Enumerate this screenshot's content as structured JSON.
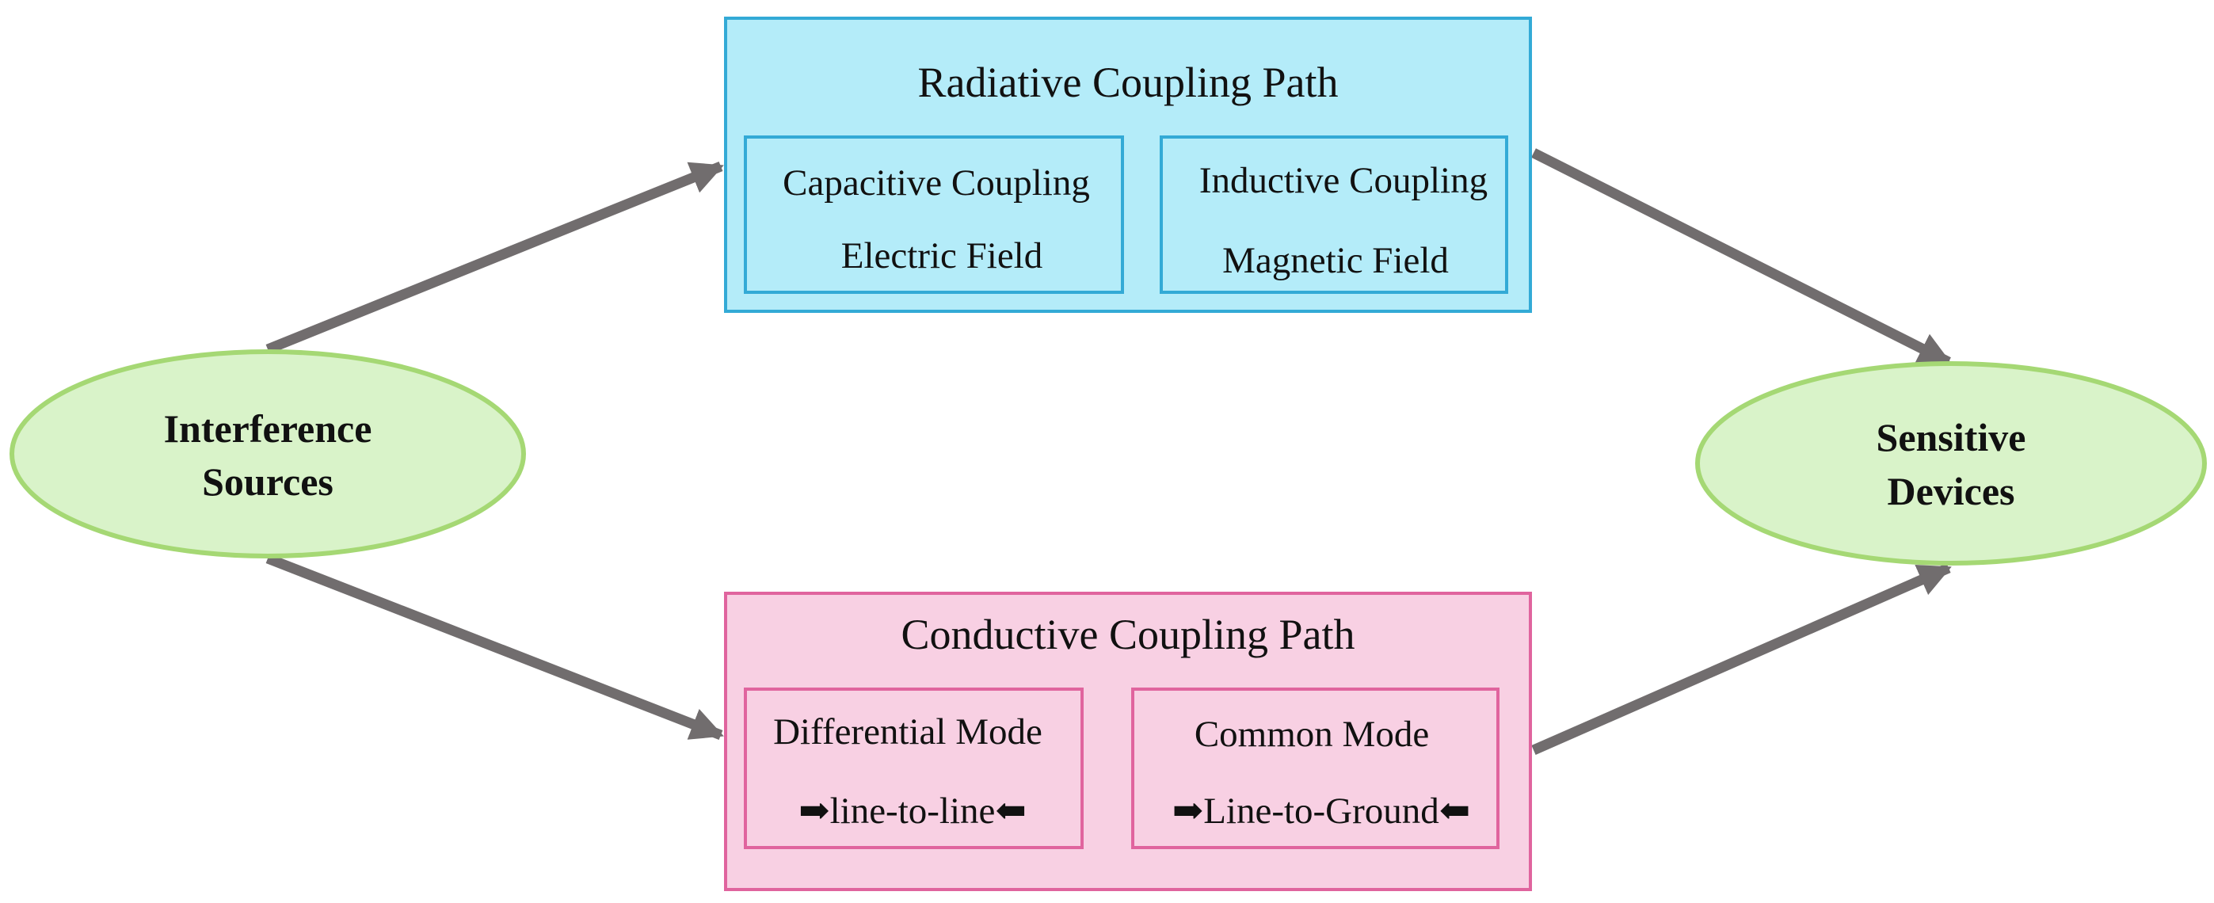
{
  "colors": {
    "radiative_fill": "#b4ecf9",
    "radiative_border": "#33aad6",
    "conductive_fill": "#f8d0e3",
    "conductive_border": "#e0649e",
    "node_fill": "#d9f3c9",
    "node_border": "#a5d874",
    "arrow": "#716d6e",
    "text": "#111111"
  },
  "nodes": {
    "source": {
      "line1": "Interference",
      "line2": "Sources"
    },
    "target": {
      "line1": "Sensitive",
      "line2": "Devices"
    }
  },
  "radiative": {
    "title": "Radiative Coupling Path",
    "capacitive": {
      "line1": "Capacitive Coupling",
      "line2": "Electric Field"
    },
    "inductive": {
      "line1": "Inductive Coupling",
      "line2": "Magnetic Field"
    }
  },
  "conductive": {
    "title": "Conductive Coupling Path",
    "differential": {
      "line1": "Differential Mode",
      "line2": "➡line-to-line⬅"
    },
    "common": {
      "line1": "Common Mode",
      "line2": "➡Line-to-Ground⬅"
    }
  }
}
